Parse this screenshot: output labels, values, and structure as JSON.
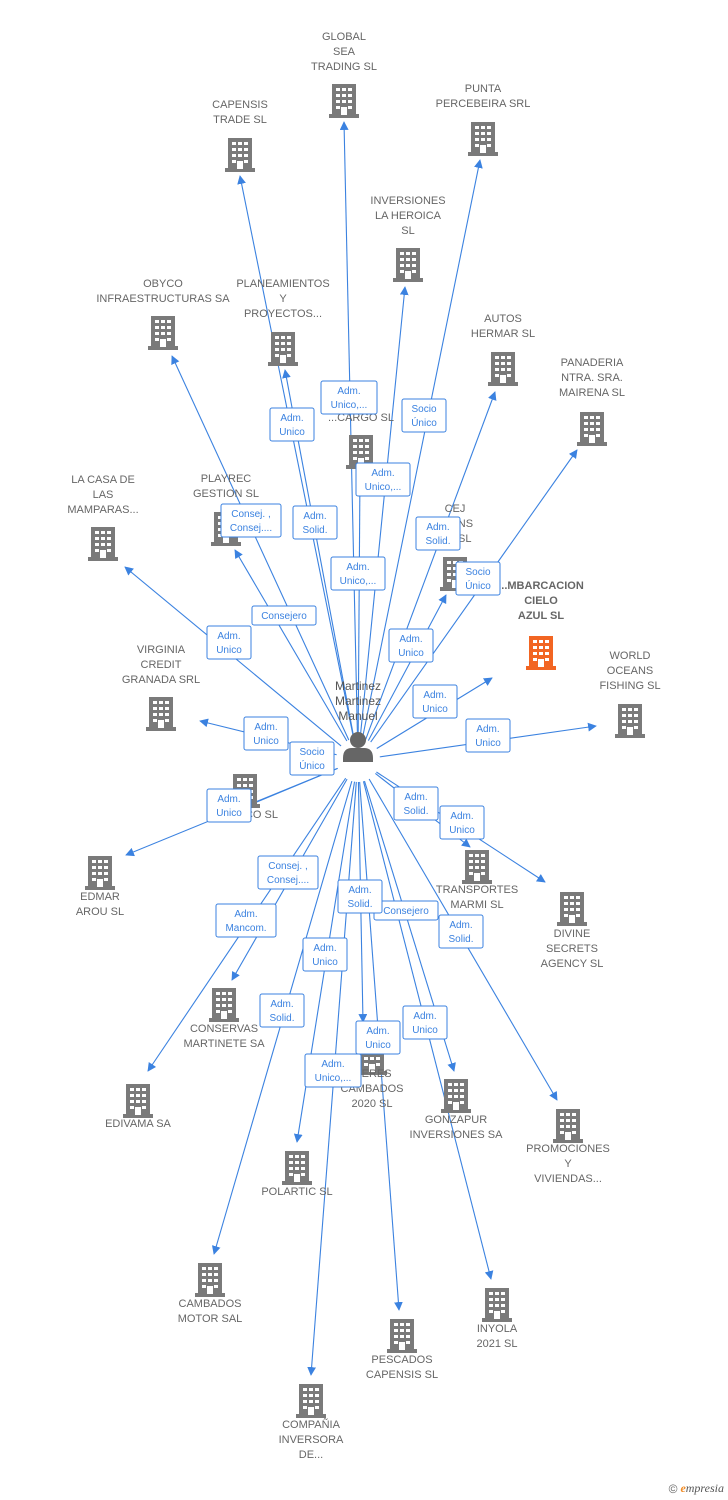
{
  "colors": {
    "edge": "#3b82e0",
    "company_icon": "#7a7a7a",
    "company_icon_highlight": "#f26522",
    "person_icon": "#666666",
    "label": "#666666"
  },
  "center": {
    "name_lines": [
      "Martinez",
      "Martinez",
      "Manuel"
    ],
    "icon": "person-icon"
  },
  "companies": [
    {
      "id": "global-sea",
      "label_lines": [
        "GLOBAL",
        "SEA",
        "TRADING  SL"
      ]
    },
    {
      "id": "capensis-trade",
      "label_lines": [
        "CAPENSIS",
        "TRADE SL"
      ]
    },
    {
      "id": "punta-percebeira",
      "label_lines": [
        "PUNTA",
        "PERCEBEIRA SRL"
      ]
    },
    {
      "id": "inversiones-heroica",
      "label_lines": [
        "INVERSIONES",
        "LA HEROICA",
        "SL"
      ]
    },
    {
      "id": "obyco",
      "label_lines": [
        "OBYCO",
        "INFRAESTRUCTURAS SA"
      ]
    },
    {
      "id": "planeamientos",
      "label_lines": [
        "PLANEAMIENTOS",
        "Y",
        "PROYECTOS..."
      ]
    },
    {
      "id": "autos-hermar",
      "label_lines": [
        "AUTOS",
        "HERMAR  SL"
      ]
    },
    {
      "id": "panaderia",
      "label_lines": [
        "PANADERIA",
        "NTRA.  SRA.",
        "MAIRENA  SL"
      ]
    },
    {
      "id": "cargo",
      "label_lines": [
        "...CARGO  SL"
      ]
    },
    {
      "id": "la-casa",
      "label_lines": [
        "LA CASA DE",
        "LAS",
        "MAMPARAS..."
      ]
    },
    {
      "id": "playrec",
      "label_lines": [
        "PLAYREC",
        "GESTION SL"
      ]
    },
    {
      "id": "cej",
      "label_lines": [
        "CEJ",
        "...IONS",
        "...S  SL"
      ]
    },
    {
      "id": "embarcacion",
      "label_lines": [
        "...MBARCACION",
        "CIELO",
        "AZUL  SL"
      ],
      "highlight": true
    },
    {
      "id": "world-oceans",
      "label_lines": [
        "WORLD",
        "OCEANS",
        "FISHING SL"
      ]
    },
    {
      "id": "virginia",
      "label_lines": [
        "VIRGINIA",
        "CREDIT",
        "GRANADA SRL"
      ]
    },
    {
      "id": "na-coco",
      "label_lines": [
        "NA...OCO SL"
      ]
    },
    {
      "id": "edmar",
      "label_lines": [
        "EDMAR",
        "AROU  SL"
      ]
    },
    {
      "id": "transportes",
      "label_lines": [
        "TRANSPORTES",
        "MARMI SL"
      ]
    },
    {
      "id": "divine",
      "label_lines": [
        "DIVINE",
        "SECRETS",
        "AGENCY SL"
      ]
    },
    {
      "id": "conservas",
      "label_lines": [
        "CONSERVAS",
        "MARTINETE SA"
      ]
    },
    {
      "id": "edivama",
      "label_lines": [
        "EDIVAMA SA"
      ]
    },
    {
      "id": "eres",
      "label_lines": [
        "...ERES",
        "CAMBADOS",
        "2020  SL"
      ]
    },
    {
      "id": "gonzapur",
      "label_lines": [
        "GONZAPUR",
        "INVERSIONES SA"
      ]
    },
    {
      "id": "promociones",
      "label_lines": [
        "PROMOCIONES",
        "Y",
        "VIVIENDAS..."
      ]
    },
    {
      "id": "polartic",
      "label_lines": [
        "POLARTIC  SL"
      ]
    },
    {
      "id": "cambados-motor",
      "label_lines": [
        "CAMBADOS",
        "MOTOR SAL"
      ]
    },
    {
      "id": "pescados",
      "label_lines": [
        "PESCADOS",
        "CAPENSIS  SL"
      ]
    },
    {
      "id": "inyola",
      "label_lines": [
        "INYOLA",
        "2021 SL"
      ]
    },
    {
      "id": "compania",
      "label_lines": [
        "COMPAÑIA",
        "INVERSORA",
        "DE..."
      ]
    }
  ],
  "relations": [
    {
      "target": "global-sea",
      "label_lines": [
        "Adm.",
        "Unico,..."
      ]
    },
    {
      "target": "capensis-trade",
      "label_lines": [
        "Adm.",
        "Solid."
      ]
    },
    {
      "target": "punta-percebeira",
      "label_lines": [
        "Socio",
        "Único"
      ]
    },
    {
      "target": "inversiones-heroica",
      "label_lines": [
        "Adm.",
        "Unico,..."
      ]
    },
    {
      "target": "obyco",
      "label_lines": [
        "Consejero"
      ]
    },
    {
      "target": "planeamientos",
      "label_lines": [
        "Adm.",
        "Unico"
      ]
    },
    {
      "target": "autos-hermar",
      "label_lines": [
        "Adm.",
        "Solid."
      ]
    },
    {
      "target": "panaderia",
      "label_lines": [
        "Socio",
        "Único"
      ]
    },
    {
      "target": "cargo",
      "label_lines": [
        "Adm.",
        "Unico,..."
      ]
    },
    {
      "target": "la-casa",
      "label_lines": [
        "Adm.",
        "Unico"
      ]
    },
    {
      "target": "playrec",
      "label_lines": [
        "Consej. ,",
        "Consej...."
      ]
    },
    {
      "target": "cej",
      "label_lines": [
        "Adm.",
        "Unico"
      ]
    },
    {
      "target": "embarcacion",
      "label_lines": [
        "Adm.",
        "Unico"
      ]
    },
    {
      "target": "world-oceans",
      "label_lines": [
        "Adm.",
        "Unico"
      ]
    },
    {
      "target": "virginia",
      "label_lines": [
        "Adm.",
        "Unico"
      ]
    },
    {
      "target": "na-coco",
      "label_lines": [
        "Socio",
        "Único"
      ]
    },
    {
      "target": "edmar",
      "label_lines": [
        "Adm.",
        "Unico"
      ]
    },
    {
      "target": "transportes",
      "label_lines": [
        "Adm.",
        "Solid."
      ]
    },
    {
      "target": "divine",
      "label_lines": [
        "Adm.",
        "Unico"
      ]
    },
    {
      "target": "conservas",
      "label_lines": [
        "Adm.",
        "Mancom."
      ]
    },
    {
      "target": "edivama",
      "label_lines": [
        "Consej. ,",
        "Consej...."
      ]
    },
    {
      "target": "eres",
      "label_lines": [
        "Consejero"
      ]
    },
    {
      "target": "gonzapur",
      "label_lines": [
        "Adm.",
        "Unico"
      ]
    },
    {
      "target": "promociones",
      "label_lines": [
        "Adm.",
        "Solid."
      ]
    },
    {
      "target": "polartic",
      "label_lines": [
        "Adm.",
        "Unico"
      ]
    },
    {
      "target": "cambados-motor",
      "label_lines": [
        "Adm.",
        "Solid."
      ]
    },
    {
      "target": "pescados",
      "label_lines": [
        "Adm.",
        "Unico"
      ]
    },
    {
      "target": "inyola",
      "label_lines": [
        "Adm.",
        "Solid."
      ]
    },
    {
      "target": "compania",
      "label_lines": [
        "Adm.",
        "Unico,..."
      ]
    }
  ],
  "footer": {
    "copyright": "©",
    "brand_initial": "e",
    "brand_rest": "mpresia"
  }
}
